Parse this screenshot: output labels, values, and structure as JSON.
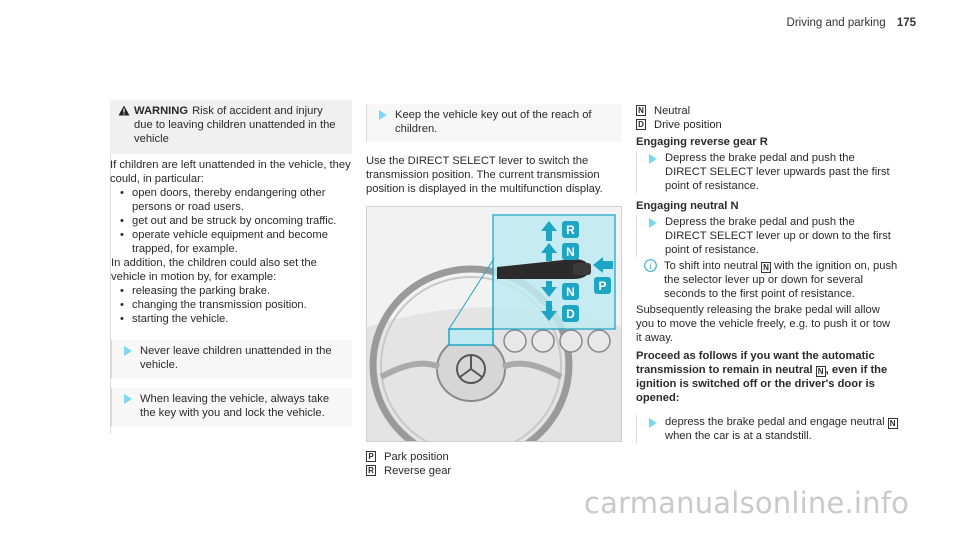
{
  "header": {
    "section": "Driving and parking",
    "page": "175"
  },
  "warning": {
    "title": "WARNING",
    "head_text": "Risk of accident and injury due to leaving children unattended in the vehicle",
    "intro": "If children are left unattended in the vehicle, they could, in particular:",
    "bullets1": [
      "open doors, thereby endangering other persons or road users.",
      "get out and be struck by oncoming traffic.",
      "operate vehicle equipment and become trapped, for example."
    ],
    "intro2": "In addition, the children could also set the vehicle in motion by, for example:",
    "bullets2": [
      "releasing the parking brake.",
      "changing the transmission position.",
      "starting the vehicle."
    ],
    "step1": "Never leave children unattended in the vehicle.",
    "step2": "When leaving the vehicle, always take the key with you and lock the vehicle."
  },
  "col2": {
    "step_key": "Keep the vehicle key out of the reach of children.",
    "paragraph": "Use the DIRECT SELECT lever to switch the transmission position. The current transmission position is displayed in the multifunction display.",
    "figure_letters": [
      "R",
      "N",
      "N",
      "D",
      "P"
    ],
    "labels": [
      {
        "sym": "P",
        "text": "Park position"
      },
      {
        "sym": "R",
        "text": "Reverse gear"
      }
    ]
  },
  "col3": {
    "labels": [
      {
        "sym": "N",
        "text": "Neutral"
      },
      {
        "sym": "D",
        "text": "Drive position"
      }
    ],
    "reverse_head": "Engaging reverse gear R",
    "reverse_step": "Depress the brake pedal and push the DIRECT SELECT lever upwards past the first point of resistance.",
    "neutral_head": "Engaging neutral N",
    "neutral_step": "Depress the brake pedal and push the DIRECT SELECT lever up or down to the first point of resistance.",
    "note_pre": "To shift into neutral",
    "note_sym": "N",
    "note_post": "with the ignition on, push the selector lever up or down for several seconds to the first point of resistance.",
    "para": "Subsequently releasing the brake pedal will allow you to move the vehicle freely, e.g. to push it or tow it away.",
    "proceed_pre": "Proceed as follows if you want the automatic transmission to remain in neutral",
    "proceed_sym": "N",
    "proceed_post": ", even if the ignition is switched off or the driver's door is opened:",
    "final_pre": "depress the brake pedal and engage neutral",
    "final_sym": "N",
    "final_post": "when the car is at a standstill."
  },
  "watermark": "carmanualsonline.info",
  "colors": {
    "accent": "#7dd8f4",
    "highlight": "#a8e6f2",
    "badge": "#1fa5c4"
  }
}
